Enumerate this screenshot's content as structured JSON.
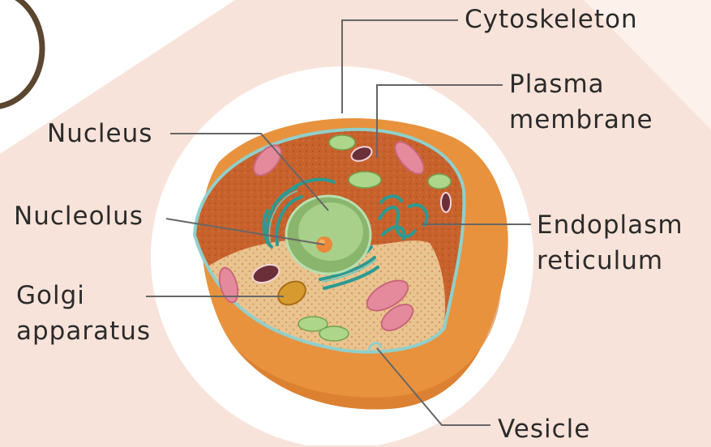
{
  "labels": {
    "cytoskeleton": "Cytoskeleton",
    "plasma_membrane": [
      "Plasma",
      "membrane"
    ],
    "nucleus": "Nucleus",
    "nucleolus": "Nucleolus",
    "endoplasm_reticulum": [
      "Endoplasm",
      "reticulum"
    ],
    "golgi_apparatus": [
      "Golgi",
      "apparatus"
    ],
    "vesicle": "Vesicle"
  },
  "colors": {
    "background": "#f8e3da",
    "backdrop_circle": "#ffffff",
    "cell_outer": "#e8923e",
    "cytoplasm": "#c8622d",
    "cut_face": "#e9c48f",
    "membrane": "#8fd0cc",
    "nucleus": "#8ab56c",
    "nucleoplasm": "#a9d08a",
    "nucleolus": "#e88a3a",
    "er": "#2a9b93",
    "mitochondria": "#e58a9d",
    "golgi": "#d69a2e",
    "vesicle": "#6b2f3a",
    "leader_line": "#666666",
    "corner_ring": "#5b4630"
  }
}
